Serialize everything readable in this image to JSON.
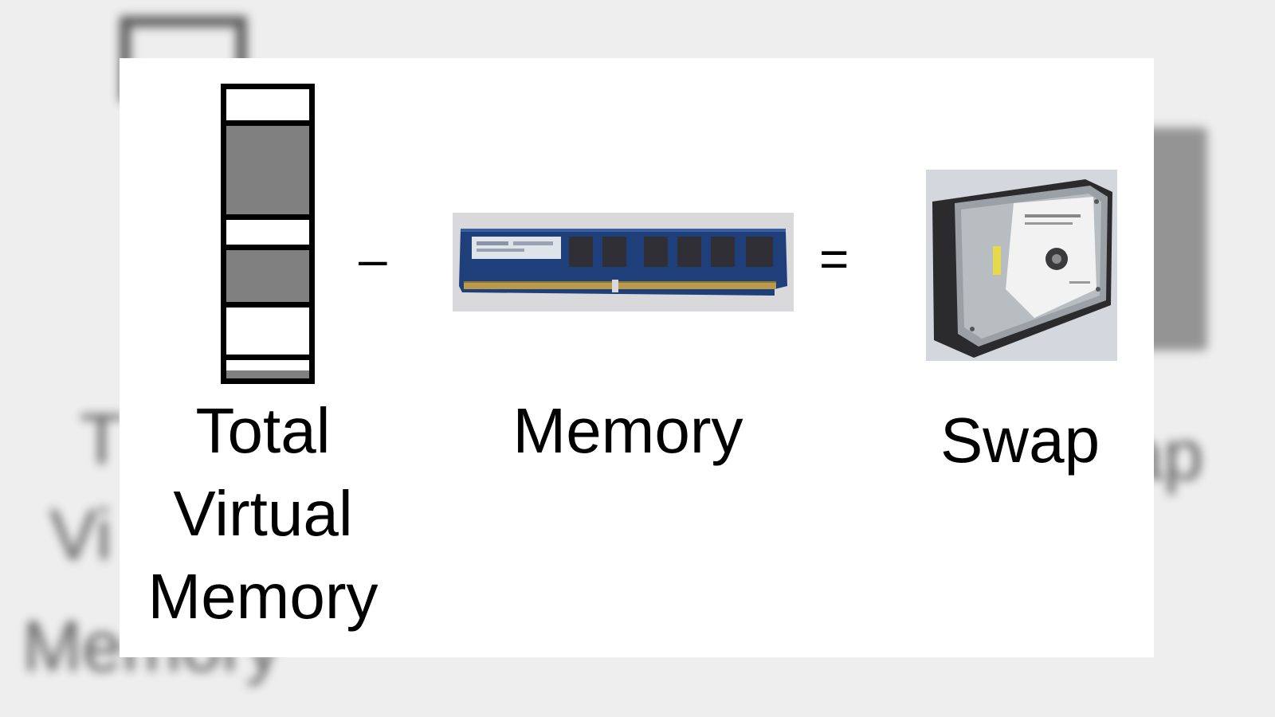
{
  "operators": {
    "minus": "–",
    "equals": "="
  },
  "labels": {
    "total_virtual_memory": [
      "Total",
      "Virtual",
      "Memory"
    ],
    "memory": "Memory",
    "swap": "Swap"
  },
  "background_echo": {
    "lines": [
      "T",
      "Vi",
      "Memory"
    ],
    "swap_fragment": "ap"
  },
  "virtual_memory_segments": [
    {
      "state": "free"
    },
    {
      "state": "used"
    },
    {
      "state": "free"
    },
    {
      "state": "used"
    },
    {
      "state": "free"
    },
    {
      "state": "used"
    }
  ],
  "colors": {
    "segment_used": "#808080",
    "segment_free": "#ffffff",
    "border": "#000000",
    "ram_board": "#1f3f7a",
    "hdd_body": "#2a2a2a"
  },
  "icons": {
    "ram": "ram-stick-photo",
    "hdd": "hard-drive-photo"
  }
}
